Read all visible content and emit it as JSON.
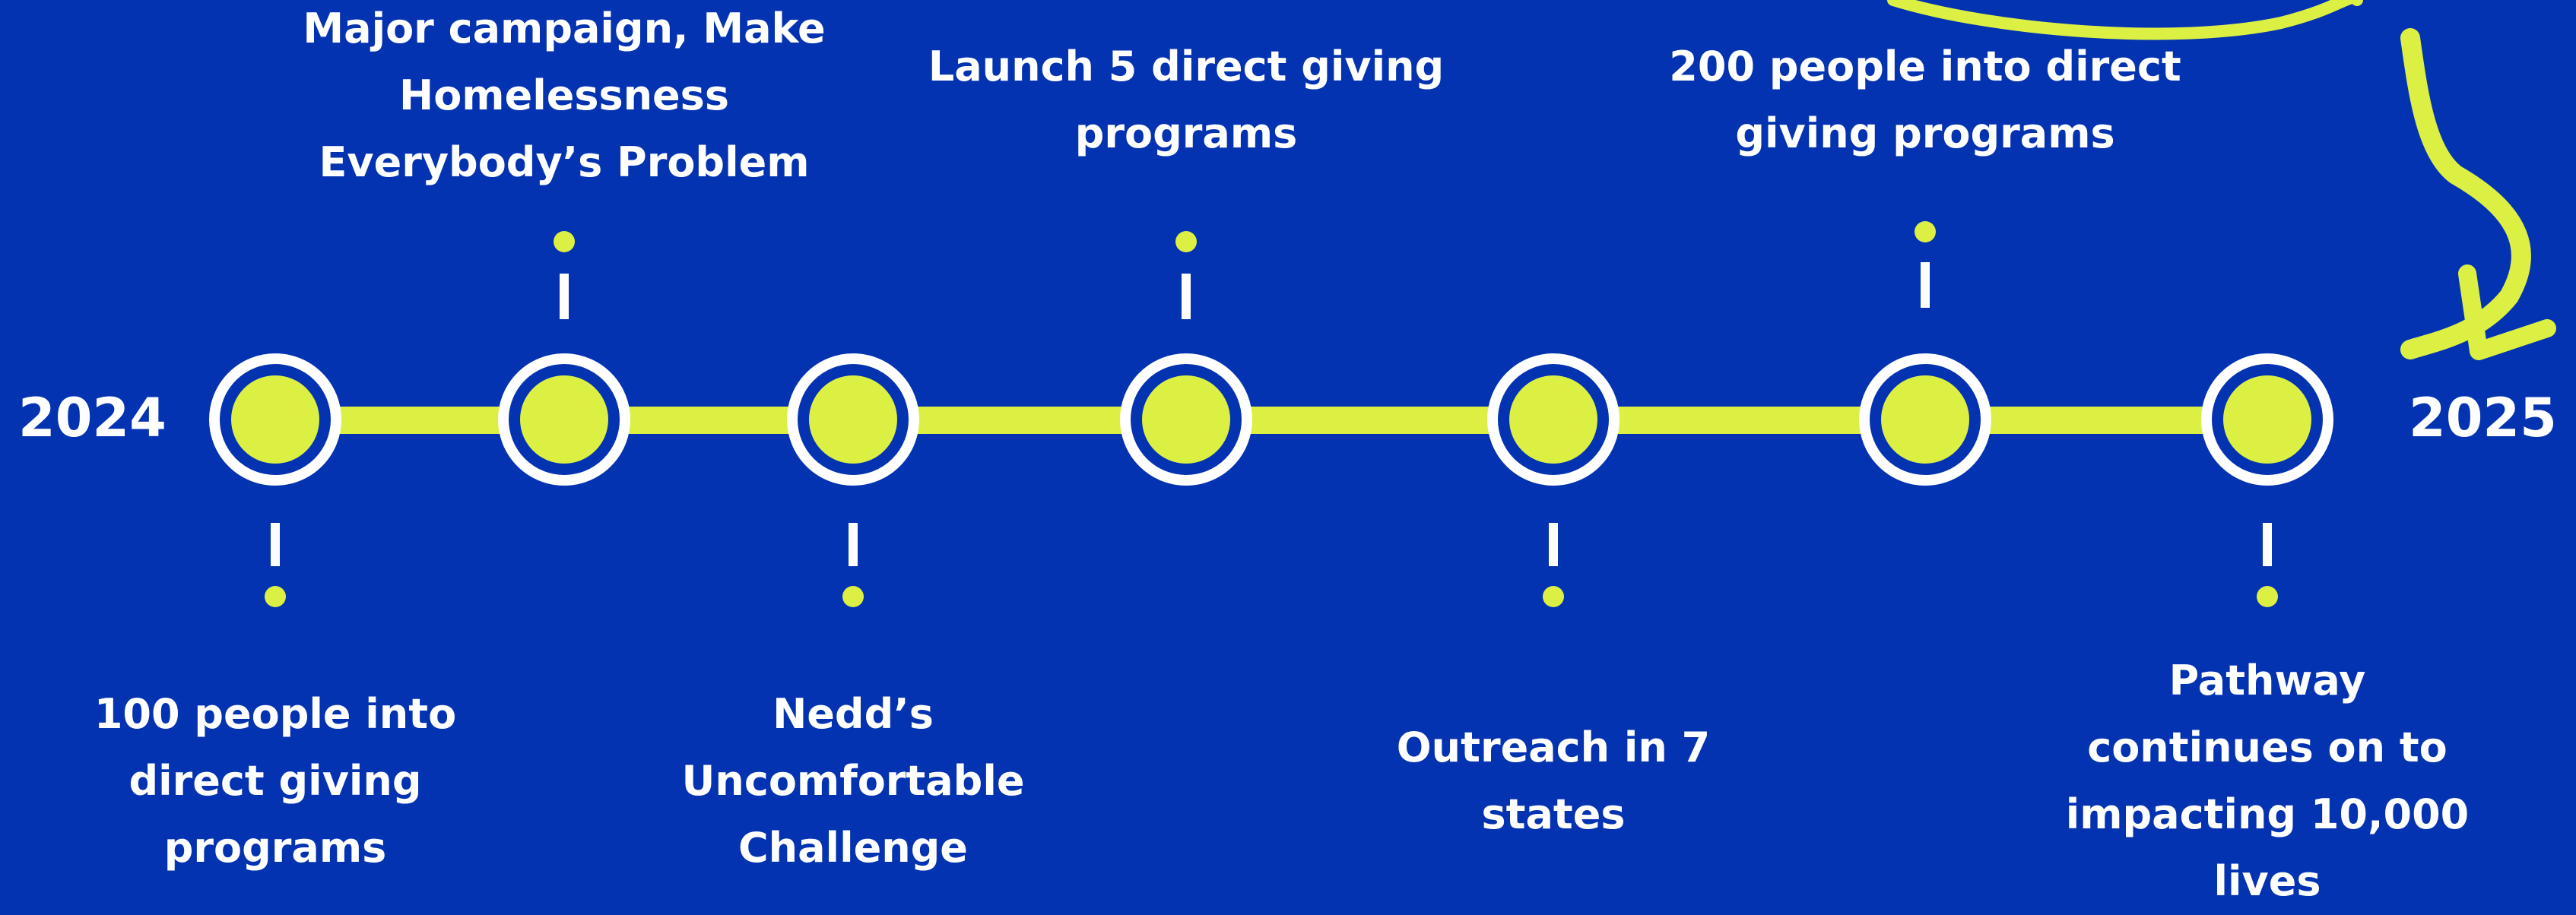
{
  "timeline": {
    "start_year": "2024",
    "end_year": "2025",
    "colors": {
      "background": "#0433b1",
      "accent": "#dcf044",
      "text": "#ffffff",
      "ring": "#ffffff"
    },
    "milestones": [
      {
        "position": "below",
        "label": "100 people into direct giving programs"
      },
      {
        "position": "above",
        "label": "Major campaign, Make Homelessness Everybody’s Problem"
      },
      {
        "position": "below",
        "label": "Nedd’s Uncomfortable Challenge"
      },
      {
        "position": "above",
        "label": "Launch 5 direct giving programs"
      },
      {
        "position": "below",
        "label": "Outreach in 7 states"
      },
      {
        "position": "above",
        "label": "200 people into direct giving programs"
      },
      {
        "position": "below",
        "label": "Pathway continues on to impacting 10,000 lives"
      }
    ]
  }
}
